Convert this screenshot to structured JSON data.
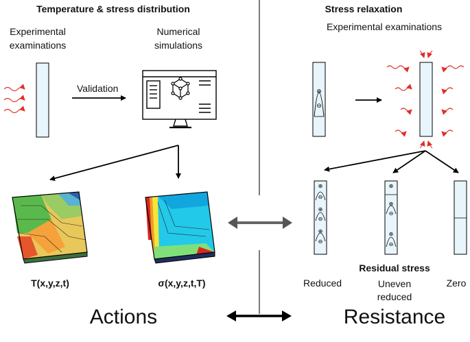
{
  "left_panel": {
    "title": "Temperature & stress distribution",
    "experimental": "Experimental examinations",
    "numerical": "Numerical simulations",
    "validation": "Validation",
    "temperature_field": "T(x,y,z,t)",
    "stress_field": "σ(x,y,z,t,T)"
  },
  "right_panel": {
    "title": "Stress relaxation",
    "experimental": "Experimental examinations",
    "residual_stress": "Residual stress",
    "outcomes": [
      "Reduced",
      "Uneven reduced",
      "Zero"
    ],
    "signs": {
      "plus": "⊕",
      "minus": "⊖"
    }
  },
  "bottom": {
    "actions": "Actions",
    "resistance": "Resistance"
  },
  "colors": {
    "heat_wave": "#e0302a",
    "plate_fill": "#e8f5fb",
    "arrow": "#000000",
    "double_arrow_mid": "#666666"
  },
  "icons": [
    "heat-wave-icon",
    "computer-monitor-icon",
    "cube-network-icon"
  ]
}
